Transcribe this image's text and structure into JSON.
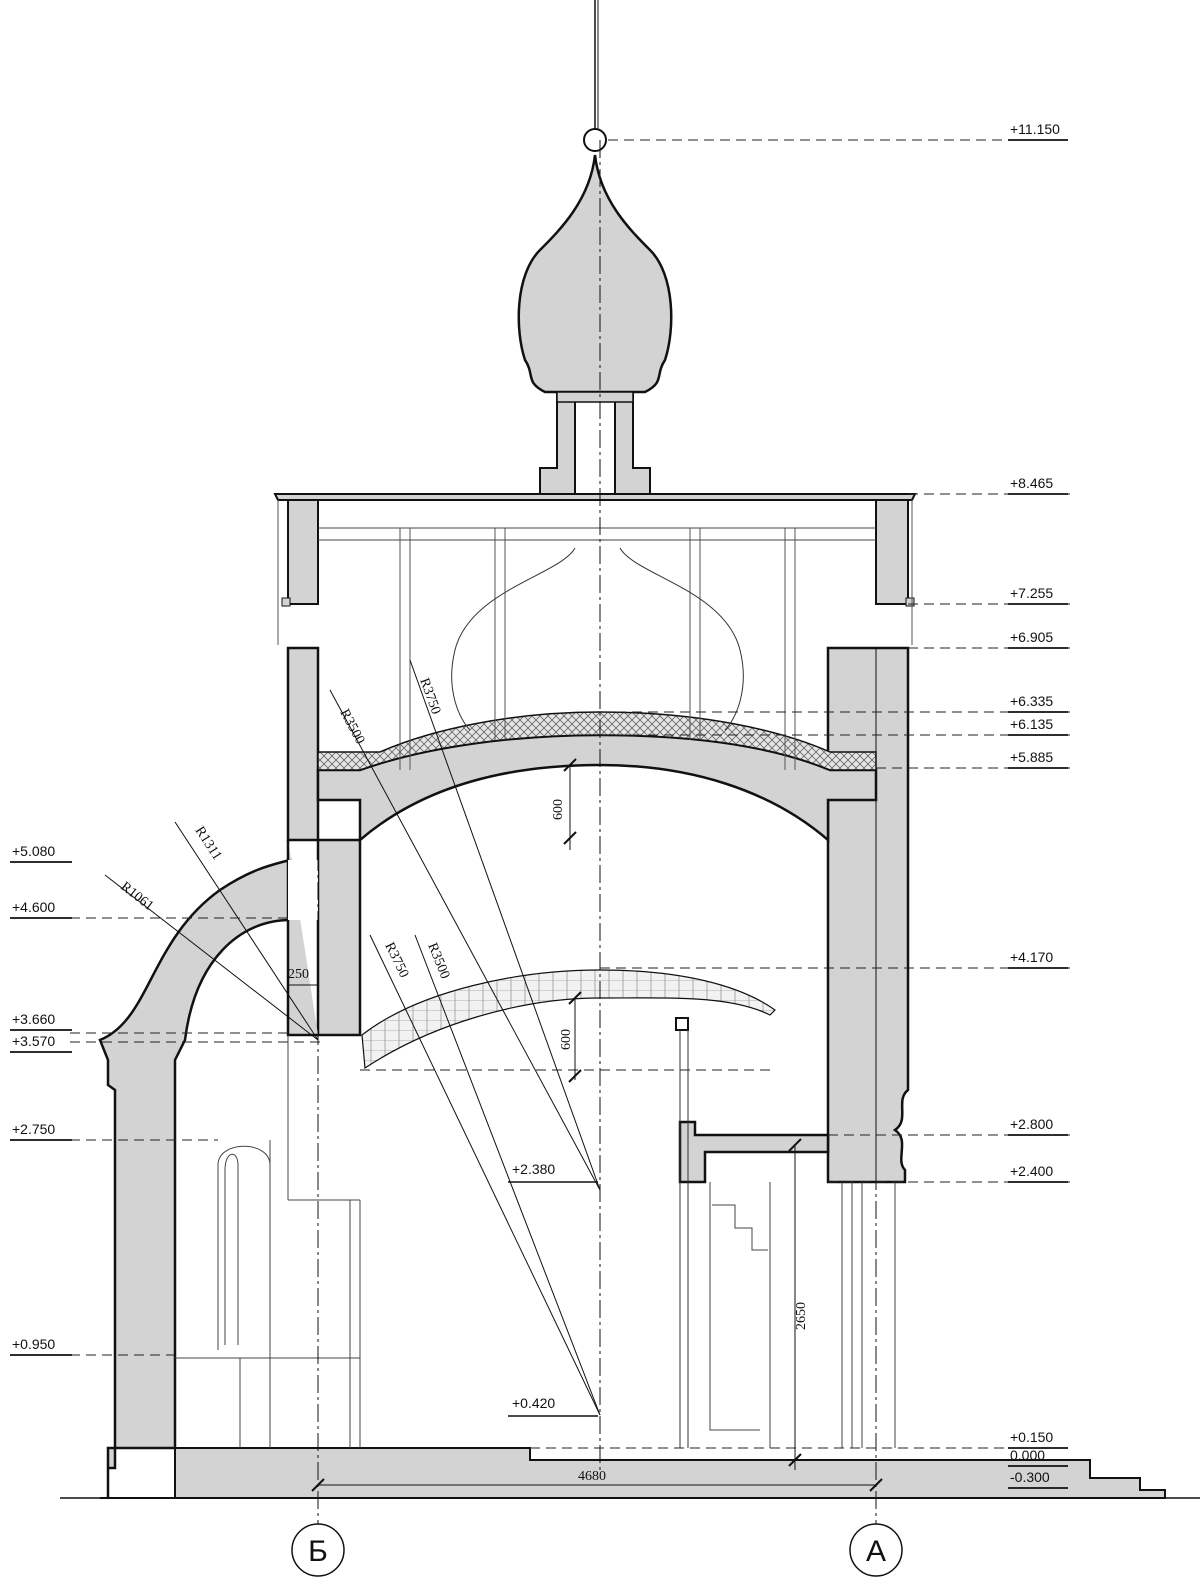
{
  "levels_right": [
    "+11.150",
    "+8.465",
    "+7.255",
    "+6.905",
    "+6.335",
    "+6.135",
    "+5.885",
    "+4.170",
    "+2.800",
    "+2.400",
    "+0.150",
    "0.000",
    "-0.300"
  ],
  "levels_left": [
    "+5.080",
    "+4.600",
    "+3.660",
    "+3.570",
    "+2.750",
    "+0.950"
  ],
  "levels_center": [
    "+2.380",
    "+0.420"
  ],
  "dimensions": {
    "vault_thickness_upper": "600",
    "vault_thickness_lower": "600",
    "wall_offset": "250",
    "axis_span": "4680",
    "opening_height": "2650"
  },
  "radii": [
    "R3500",
    "R3750",
    "R1311",
    "R1061",
    "R3750",
    "R3500"
  ],
  "axes": [
    "Б",
    "А"
  ],
  "colors": {
    "fill": "#d3d3d3",
    "line": "#111111"
  }
}
